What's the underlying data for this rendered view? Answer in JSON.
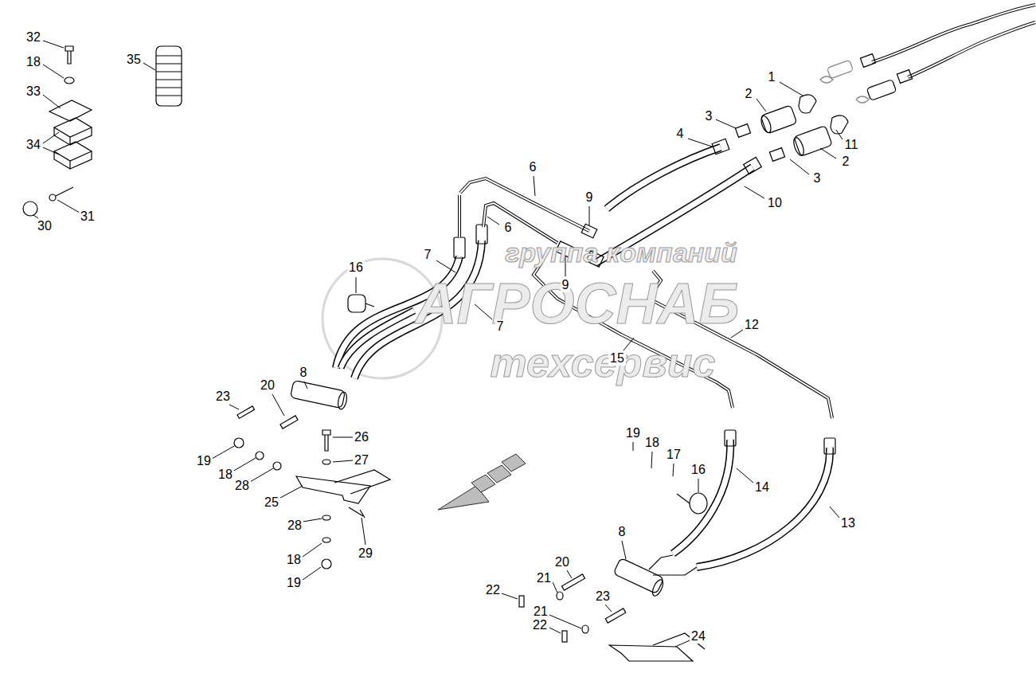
{
  "diagram": {
    "labels": [
      "32",
      "18",
      "33",
      "35",
      "1",
      "2",
      "3",
      "4",
      "34",
      "11",
      "2",
      "6",
      "3",
      "9",
      "10",
      "31",
      "30",
      "6",
      "группа компаний",
      "7",
      "16",
      "9",
      "АГРОСНАБ",
      "12",
      "7",
      "15",
      "техсервис",
      "8",
      "20",
      "23",
      "19",
      "26",
      "18",
      "17",
      "27",
      "19",
      "16",
      "18",
      "28",
      "14",
      "25",
      "13",
      "28",
      "8",
      "29",
      "18",
      "20",
      "21",
      "19",
      "22",
      "23",
      "21",
      "22",
      "24"
    ]
  }
}
